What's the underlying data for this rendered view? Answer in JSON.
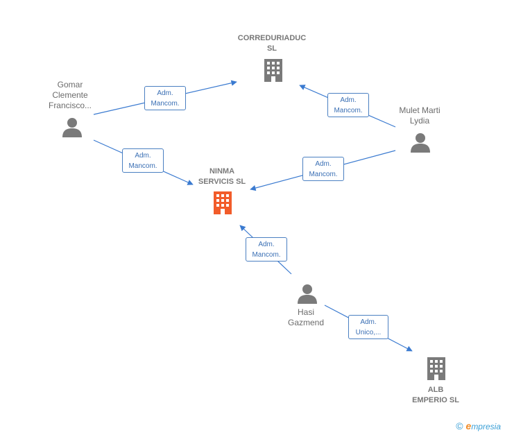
{
  "colors": {
    "edge": "#3a7ad0",
    "person_icon": "#7a7a7a",
    "company_icon": "#7a7a7a",
    "company_primary": "#f25c2a",
    "brand_blue": "#3a9fd6",
    "brand_orange": "#f28c28"
  },
  "nodes": {
    "correduriaduc": {
      "label": "CORREDURIADUC\nSL"
    },
    "ninma": {
      "label": "NINMA\nSERVICIS  SL"
    },
    "alb": {
      "label": "ALB\nEMPERIO  SL"
    },
    "gomar": {
      "label": "Gomar\nClemente\nFrancisco..."
    },
    "mulet": {
      "label": "Mulet Marti\nLydia"
    },
    "hasi": {
      "label": "Hasi\nGazmend"
    }
  },
  "edges": [
    {
      "line1": "Adm.",
      "line2": "Mancom."
    },
    {
      "line1": "Adm.",
      "line2": "Mancom."
    },
    {
      "line1": "Adm.",
      "line2": "Mancom."
    },
    {
      "line1": "Adm.",
      "line2": "Mancom."
    },
    {
      "line1": "Adm.",
      "line2": "Mancom."
    },
    {
      "line1": "Adm.",
      "line2": "Unico,..."
    }
  ],
  "footer": {
    "copyright": "©",
    "brand_e": "e",
    "brand_rest": "mpresia"
  }
}
